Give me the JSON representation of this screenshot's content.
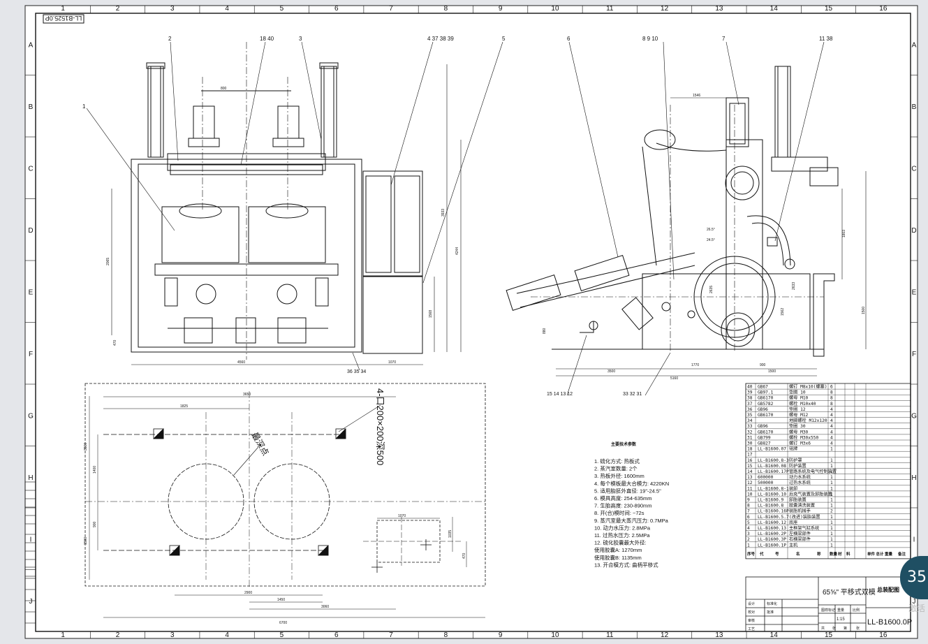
{
  "drawing": {
    "col_labels": [
      "1",
      "2",
      "3",
      "4",
      "5",
      "6",
      "7",
      "8",
      "9",
      "10",
      "11",
      "12",
      "13",
      "14",
      "15",
      "16"
    ],
    "row_labels": [
      "A",
      "B",
      "C",
      "D",
      "E",
      "F",
      "G",
      "H",
      "I",
      "J"
    ],
    "mirror_stamp": "LL-B1525.0P",
    "front_callouts": [
      "2",
      "18 40",
      "3",
      "4 37 38 39",
      "5",
      "1",
      "36 35 34"
    ],
    "side_callouts": [
      "6",
      "8 9 10",
      "7",
      "11 38",
      "15 14 13 12",
      "33 32 31"
    ],
    "front_dims": [
      "800",
      "3933",
      "4244",
      "4560",
      "1070",
      "1568",
      "2065",
      "470"
    ],
    "side_dims": [
      "1546",
      "3500",
      "1770",
      "900",
      "1500",
      "5160",
      "2635",
      "880",
      "1562",
      "1500",
      "2633",
      "26.5°",
      "24.5°",
      "1803"
    ],
    "foundation_dims": [
      "3650",
      "1825",
      "3500",
      "1400",
      "900",
      "1500",
      "2900",
      "1450",
      "3060",
      "6700",
      "1070",
      "1035",
      "470"
    ],
    "foundation_note": "4-口200×200深500",
    "foundation_note2": "最深点",
    "params": {
      "title": "主要技术参数",
      "items": [
        "1. 硫化方式: 热板式",
        "2. 蒸汽室数量: 2个",
        "3. 热板外径: 1600mm",
        "4. 每个模板最大合模力: 4220KN",
        "5. 适用胎胚外直径: 19\"-24.5\"",
        "6. 模具高度: 254-635mm",
        "7. 生胎高度: 230-890mm",
        "8. 开(合)模时间: ~72s",
        "9. 蒸汽室最大蒸汽压力: 0.7MPa",
        "10. 动力水压力: 2.8MPa",
        "11. 过热水压力: 2.5MPa",
        "12. 硫化胶囊最大外径:",
        "    使用胶囊A: 1270mm",
        "    使用胶囊B: 1135mm",
        "13. 开合模方式: 曲柄平移式"
      ]
    },
    "bom": [
      [
        "40",
        "GB67",
        "螺钉 M8x10(螺塞)",
        "6"
      ],
      [
        "39",
        "GB97.1",
        "垫圈 10",
        "8"
      ],
      [
        "38",
        "GB6170",
        "螺母 M10",
        "8"
      ],
      [
        "37",
        "GB5782",
        "螺栓 M10x40",
        "8"
      ],
      [
        "36",
        "GB96",
        "垫圈 12",
        "4"
      ],
      [
        "35",
        "GB6170",
        "螺母 M12",
        "4"
      ],
      [
        "34",
        "",
        "地脚螺栓 M12x120",
        "4"
      ],
      [
        "33",
        "GB96",
        "垫圈 30",
        "4"
      ],
      [
        "32",
        "GB6170",
        "螺母 M30",
        "4"
      ],
      [
        "31",
        "GB799",
        "螺栓 M30x550",
        "4"
      ],
      [
        "30",
        "GB827",
        "螺钉 M3x6",
        "4"
      ],
      [
        "18",
        "LL-B1600.07",
        "铭牌",
        "1"
      ],
      [
        "17",
        "",
        "",
        ""
      ],
      [
        "16",
        "LL-B1600.8-3",
        "防护罩",
        "1"
      ],
      [
        "15",
        "LL-B1600.08",
        "防护装置",
        "1"
      ],
      [
        "14",
        "LL-B1600.17P",
        "管路系统及电气控制装置",
        "1"
      ],
      [
        "13",
        "600000",
        "动力水系统",
        "1"
      ],
      [
        "12",
        "500000",
        "过热水系统",
        "1"
      ],
      [
        "11",
        "LL-B1600.8-1",
        "装卸",
        "1"
      ],
      [
        "10",
        "LL-B1600.10",
        "后充气装置及卸胎装置",
        "1"
      ],
      [
        "9",
        "LL-B1600.9",
        "卸胎装置",
        "1"
      ],
      [
        "8",
        "LL-B1600.8",
        "胶囊清洗装置",
        "1"
      ],
      [
        "7",
        "LL-B1600.16P",
        "装胎机械手",
        "2"
      ],
      [
        "6",
        "LL-B1600.5.7",
        "(改进)装胎装置",
        "1"
      ],
      [
        "5",
        "LL-B1600.12",
        "底座",
        "1"
      ],
      [
        "4",
        "LL-B1600.13",
        "主框架气缸系统",
        "1"
      ],
      [
        "3",
        "LL-B1600.2P",
        "左横梁部件",
        "1"
      ],
      [
        "2",
        "LL-B1600.3P",
        "右横梁部件",
        "1"
      ],
      [
        "1",
        "LL-B1600.1P",
        "主机",
        "1"
      ]
    ],
    "bom_header": [
      "序号",
      "代",
      "号",
      "名",
      "称",
      "数量",
      "材",
      "料",
      "单件 总计 重量",
      "备注"
    ],
    "title_block": {
      "machine": "65⅝\" 平移式双模",
      "drawing_name": "总装配图",
      "drawing_no": "LL-B1600.0P",
      "scale": "1:15",
      "sheet_labels": [
        "共",
        "张",
        "第",
        "张"
      ],
      "stage_labels": [
        "图样标记",
        "重量",
        "比例"
      ],
      "sign_rows": [
        "设计",
        "校对",
        "审核",
        "工艺",
        "标准化",
        "批准"
      ]
    },
    "page_badge": "35",
    "watermark": "激活"
  }
}
